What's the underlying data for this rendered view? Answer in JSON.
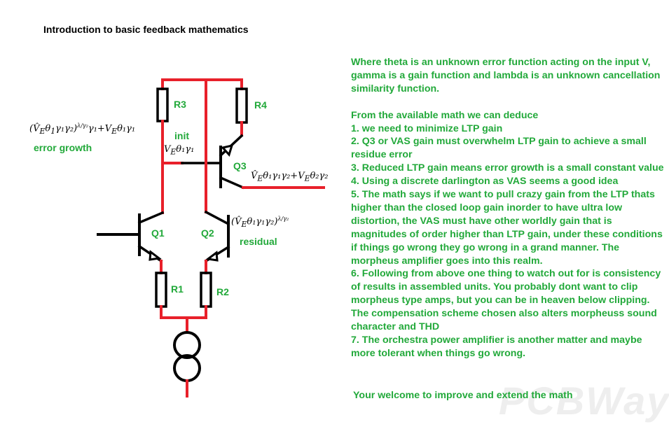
{
  "title": "Introduction to basic feedback mathematics",
  "components": {
    "r1": "R1",
    "r2": "R2",
    "r3": "R3",
    "r4": "R4",
    "q1": "Q1",
    "q2": "Q2",
    "q3": "Q3"
  },
  "annotations": {
    "error_growth_expr_a": "(V̂",
    "error_growth_expr_b": "Eθ",
    "error_growth_expr": "γ₁γ₂)",
    "error_growth_exp": "λ/γ₂",
    "error_growth_tail": "γ₁+V",
    "error_growth_tail2": "θ₁γ₁",
    "error_growth_label": "error growth",
    "init_label": "init",
    "init_expr": "V",
    "init_expr2": "θ₁γ₁",
    "q3_expr": "V̂",
    "q3_expr2": "θ₁γ₁γ₂+V",
    "q3_expr3": "θ₂γ₂",
    "residual_expr": "(V̂",
    "residual_expr2": "θ₁γ₁γ₂)",
    "residual_exp": "λ/γ₂",
    "residual_label": "residual",
    "sub_e": "E",
    "sub_1": "1"
  },
  "notes": {
    "intro": "Where theta is an unknown error function acting on the input V, gamma is a gain function and lambda is an unknown cancellation similarity function.",
    "deduce": "From the available math we can deduce",
    "items": [
      "1. we need to minimize LTP gain",
      "2. Q3 or VAS gain must overwhelm LTP gain to achieve a small residue error",
      "3. Reduced LTP gain means error growth is a small constant value",
      "4. Using a discrete darlington as VAS seems a good idea",
      "5. The math says if we want to pull crazy gain from the LTP thats higher than the closed loop gain inorder to have ultra low distortion, the VAS must have other worldly gain that is magnitudes of order higher than LTP gain, under these conditions if things go wrong they go wrong in a grand manner. The morpheus amplifier goes into this realm.",
      "6. Following from above one thing to watch out for is consistency of results in assembled units. You probably dont want to clip morpheus type amps, but you can be in heaven below clipping. The compensation scheme chosen also alters morpheuss sound character and THD",
      "7. The orchestra power amplifier is another matter and maybe more tolerant when things go wrong."
    ],
    "footer": "Your welcome to improve and extend the math"
  },
  "watermark": "PCBWay",
  "colors": {
    "wire_red": "#e8202a",
    "wire_black": "#000000",
    "text_green": "#22a93a"
  }
}
